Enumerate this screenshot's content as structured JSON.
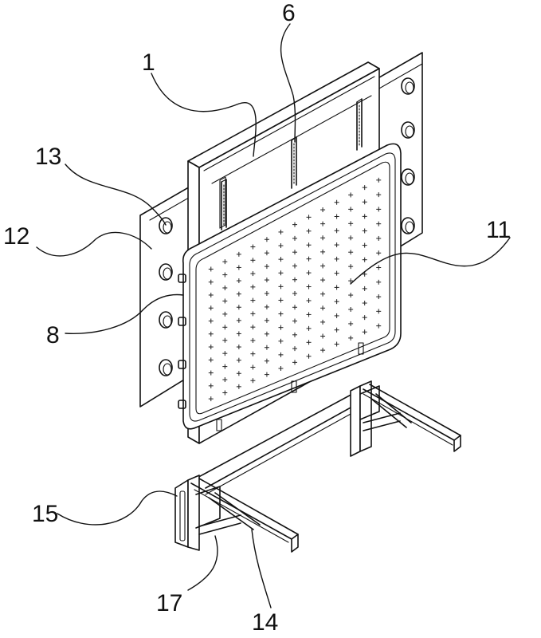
{
  "labels": {
    "l1": "1",
    "l6": "6",
    "l13": "13",
    "l12": "12",
    "l11": "11",
    "l8": "8",
    "l15": "15",
    "l17": "17",
    "l14": "14"
  }
}
